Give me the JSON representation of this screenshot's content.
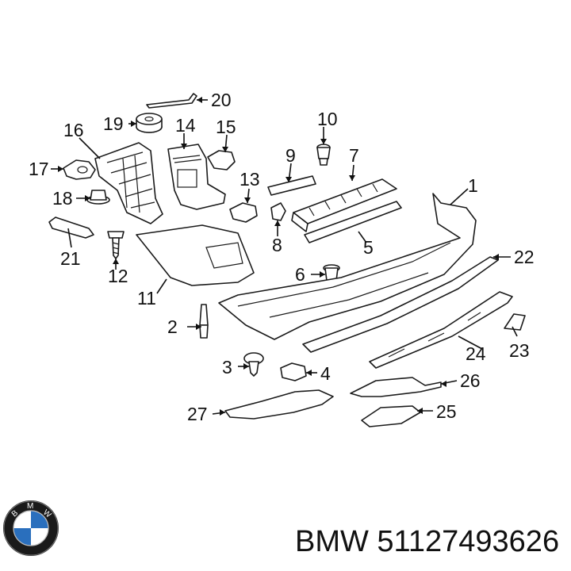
{
  "brand": "BMW",
  "part_number": "51127493626",
  "footer_text": "BMW 51127493626",
  "logo_letters": "BMW",
  "callouts": [
    "1",
    "2",
    "3",
    "4",
    "5",
    "6",
    "7",
    "8",
    "9",
    "10",
    "11",
    "12",
    "13",
    "14",
    "15",
    "16",
    "17",
    "18",
    "19",
    "20",
    "21",
    "22",
    "23",
    "24",
    "25",
    "26",
    "27"
  ],
  "colors": {
    "line": "#1a1a1a",
    "background": "#ffffff",
    "logo_blue": "#2a6fbd"
  }
}
